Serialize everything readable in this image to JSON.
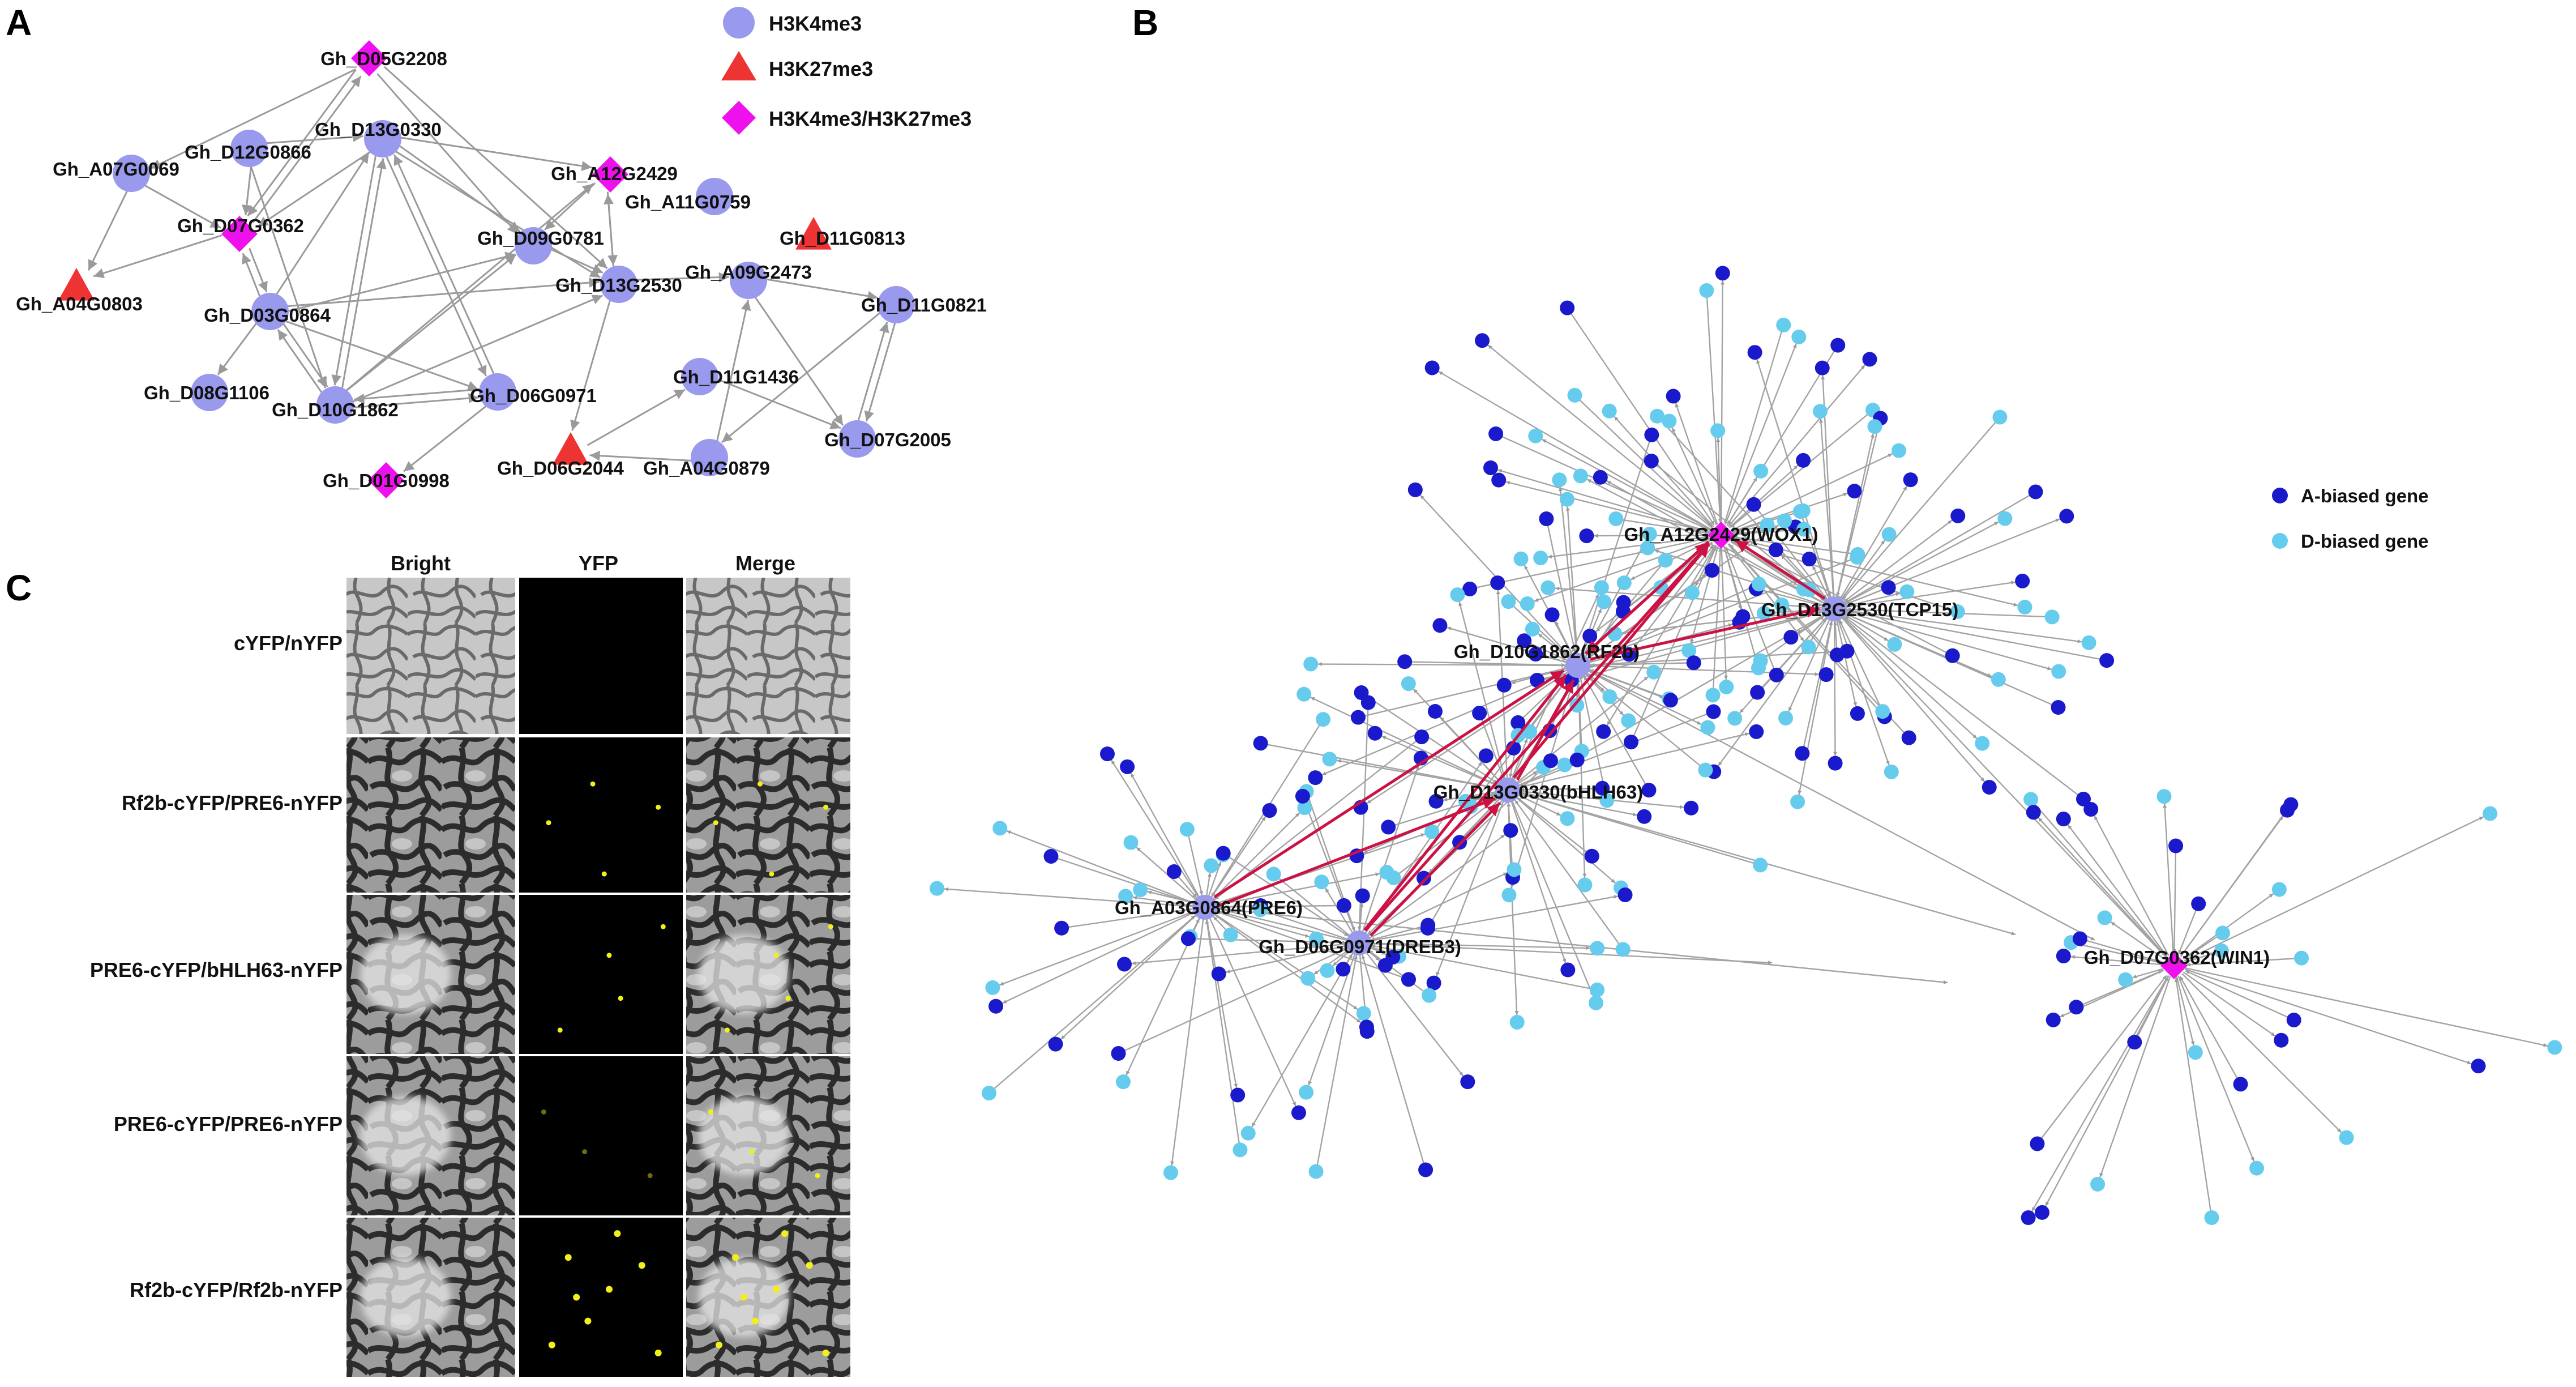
{
  "panels": {
    "a": "A",
    "b": "B",
    "c": "C"
  },
  "legend_a": [
    {
      "label": "H3K4me3",
      "shape": "circle",
      "color": "#9999ee"
    },
    {
      "label": "H3K27me3",
      "shape": "triangle",
      "color": "#ee3333"
    },
    {
      "label": "H3K4me3/H3K27me3",
      "shape": "diamond",
      "color": "#ee11ee"
    }
  ],
  "legend_b": [
    {
      "label": "A-biased gene",
      "color": "#1a1acc"
    },
    {
      "label": "D-biased gene",
      "color": "#66ccee"
    }
  ],
  "network_a": {
    "nodes": [
      {
        "id": "Gh_D05G2208",
        "mark": "diamond"
      },
      {
        "id": "Gh_D13G0330",
        "mark": "circle"
      },
      {
        "id": "Gh_D12G0866",
        "mark": "circle"
      },
      {
        "id": "Gh_A07G0069",
        "mark": "circle"
      },
      {
        "id": "Gh_D07G0362",
        "mark": "diamond"
      },
      {
        "id": "Gh_A04G0803",
        "mark": "triangle"
      },
      {
        "id": "Gh_D03G0864",
        "mark": "circle"
      },
      {
        "id": "Gh_D08G1106",
        "mark": "circle"
      },
      {
        "id": "Gh_D10G1862",
        "mark": "circle"
      },
      {
        "id": "Gh_D06G0971",
        "mark": "circle"
      },
      {
        "id": "Gh_D01G0998",
        "mark": "diamond"
      },
      {
        "id": "Gh_D09G0781",
        "mark": "circle"
      },
      {
        "id": "Gh_A12G2429",
        "mark": "diamond"
      },
      {
        "id": "Gh_A11G0759",
        "mark": "circle"
      },
      {
        "id": "Gh_D11G0813",
        "mark": "triangle"
      },
      {
        "id": "Gh_D13G2530",
        "mark": "circle"
      },
      {
        "id": "Gh_A09G2473",
        "mark": "circle"
      },
      {
        "id": "Gh_D11G0821",
        "mark": "circle"
      },
      {
        "id": "Gh_D11G1436",
        "mark": "circle"
      },
      {
        "id": "Gh_D07G2005",
        "mark": "circle"
      },
      {
        "id": "Gh_D06G2044",
        "mark": "triangle"
      },
      {
        "id": "Gh_A04G0879",
        "mark": "circle"
      }
    ],
    "edges": [
      [
        "Gh_D05G2208",
        "Gh_A07G0069"
      ],
      [
        "Gh_D05G2208",
        "Gh_D09G0781"
      ],
      [
        "Gh_D05G2208",
        "Gh_D13G2530"
      ],
      [
        "Gh_D05G2208",
        "Gh_D07G0362"
      ],
      [
        "Gh_D13G0330",
        "Gh_D09G0781"
      ],
      [
        "Gh_D13G0330",
        "Gh_D13G2530"
      ],
      [
        "Gh_D13G0330",
        "Gh_A12G2429"
      ],
      [
        "Gh_D13G0330",
        "Gh_D06G0971"
      ],
      [
        "Gh_D13G0330",
        "Gh_D07G0362"
      ],
      [
        "Gh_D13G0330",
        "Gh_D10G1862"
      ],
      [
        "Gh_D12G0866",
        "Gh_D13G0330"
      ],
      [
        "Gh_D12G0866",
        "Gh_D10G1862"
      ],
      [
        "Gh_D12G0866",
        "Gh_D07G0362"
      ],
      [
        "Gh_A07G0069",
        "Gh_D07G0362"
      ],
      [
        "Gh_A07G0069",
        "Gh_A04G0803"
      ],
      [
        "Gh_D07G0362",
        "Gh_A04G0803"
      ],
      [
        "Gh_D07G0362",
        "Gh_D03G0864"
      ],
      [
        "Gh_D07G0362",
        "Gh_D05G2208"
      ],
      [
        "Gh_D03G0864",
        "Gh_D13G0330"
      ],
      [
        "Gh_D03G0864",
        "Gh_D09G0781"
      ],
      [
        "Gh_D03G0864",
        "Gh_D10G1862"
      ],
      [
        "Gh_D03G0864",
        "Gh_D06G0971"
      ],
      [
        "Gh_D03G0864",
        "Gh_D13G2530"
      ],
      [
        "Gh_D03G0864",
        "Gh_D08G1106"
      ],
      [
        "Gh_D03G0864",
        "Gh_D07G0362"
      ],
      [
        "Gh_D10G1862",
        "Gh_D13G0330"
      ],
      [
        "Gh_D10G1862",
        "Gh_D09G0781"
      ],
      [
        "Gh_D10G1862",
        "Gh_D13G2530"
      ],
      [
        "Gh_D10G1862",
        "Gh_A12G2429"
      ],
      [
        "Gh_D10G1862",
        "Gh_D06G0971"
      ],
      [
        "Gh_D10G1862",
        "Gh_D03G0864"
      ],
      [
        "Gh_D06G0971",
        "Gh_D13G0330"
      ],
      [
        "Gh_D06G0971",
        "Gh_D01G0998"
      ],
      [
        "Gh_D06G0971",
        "Gh_D10G1862"
      ],
      [
        "Gh_D09G0781",
        "Gh_D13G2530"
      ],
      [
        "Gh_A12G2429",
        "Gh_D13G2530"
      ],
      [
        "Gh_D13G2530",
        "Gh_A12G2429"
      ],
      [
        "Gh_A12G2429",
        "Gh_D09G0781"
      ],
      [
        "Gh_D13G2530",
        "Gh_A09G2473"
      ],
      [
        "Gh_D13G2530",
        "Gh_D06G2044"
      ],
      [
        "Gh_A09G2473",
        "Gh_D11G0821"
      ],
      [
        "Gh_A09G2473",
        "Gh_D07G2005"
      ],
      [
        "Gh_D11G0821",
        "Gh_D07G2005"
      ],
      [
        "Gh_D11G0821",
        "Gh_A04G0879"
      ],
      [
        "Gh_D07G2005",
        "Gh_D11G0821"
      ],
      [
        "Gh_D06G2044",
        "Gh_D11G1436"
      ],
      [
        "Gh_A04G0879",
        "Gh_D06G2044"
      ],
      [
        "Gh_A04G0879",
        "Gh_A09G2473"
      ],
      [
        "Gh_D11G1436",
        "Gh_D07G2005"
      ]
    ]
  },
  "network_b": {
    "hubs": [
      {
        "id": "Gh_A12G2429(WOX1)",
        "mark": "diamond"
      },
      {
        "id": "Gh_D13G2530(TCP15)",
        "mark": "circle"
      },
      {
        "id": "Gh_D10G1862(RF2b)",
        "mark": "circle"
      },
      {
        "id": "Gh_D13G0330(bHLH63)",
        "mark": "circle"
      },
      {
        "id": "Gh_A03G0864(PRE6)",
        "mark": "circle"
      },
      {
        "id": "Gh_D06G0971(DREB3)",
        "mark": "circle"
      },
      {
        "id": "Gh_D07G0362(WIN1)",
        "mark": "diamond"
      }
    ],
    "hub_edges": [
      [
        "Gh_D10G1862(RF2b)",
        "Gh_A12G2429(WOX1)"
      ],
      [
        "Gh_A12G2429(WOX1)",
        "Gh_D10G1862(RF2b)"
      ],
      [
        "Gh_D10G1862(RF2b)",
        "Gh_D13G2530(TCP15)"
      ],
      [
        "Gh_D13G2530(TCP15)",
        "Gh_A12G2429(WOX1)"
      ],
      [
        "Gh_D13G0330(bHLH63)",
        "Gh_A12G2429(WOX1)"
      ],
      [
        "Gh_D13G0330(bHLH63)",
        "Gh_D10G1862(RF2b)"
      ],
      [
        "Gh_A03G0864(PRE6)",
        "Gh_D10G1862(RF2b)"
      ],
      [
        "Gh_A03G0864(PRE6)",
        "Gh_D13G0330(bHLH63)"
      ],
      [
        "Gh_D06G0971(DREB3)",
        "Gh_D10G1862(RF2b)"
      ],
      [
        "Gh_D06G0971(DREB3)",
        "Gh_D13G0330(bHLH63)"
      ],
      [
        "Gh_D06G0971(DREB3)",
        "Gh_A12G2429(WOX1)"
      ]
    ],
    "target_gene_count": 300
  },
  "bifc": {
    "columns": [
      "Bright",
      "YFP",
      "Merge"
    ],
    "rows": [
      "cYFP/nYFP",
      "Rf2b-cYFP/PRE6-nYFP",
      "PRE6-cYFP/bHLH63-nYFP",
      "PRE6-cYFP/PRE6-nYFP",
      "Rf2b-cYFP/Rf2b-nYFP"
    ]
  }
}
